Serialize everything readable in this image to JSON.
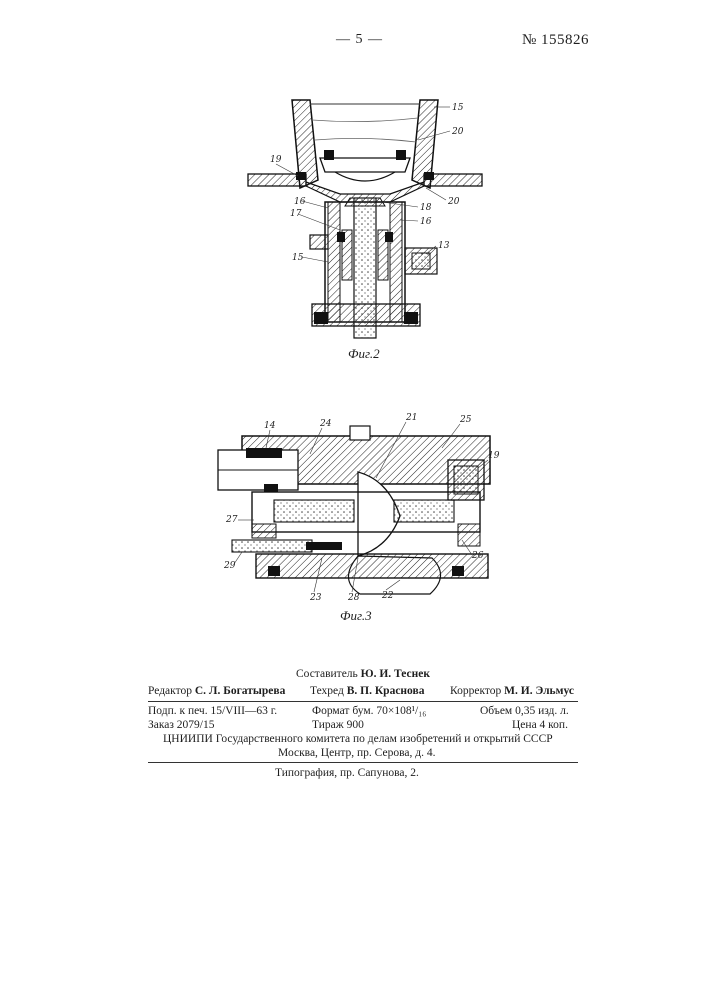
{
  "header": {
    "page_marker": "— 5 —",
    "patent_number": "№ 155826"
  },
  "figure2": {
    "caption": "Фиг.2",
    "labels": {
      "l15a": "15",
      "l20a": "20",
      "l19": "19",
      "l20b": "20",
      "l16a": "16",
      "l18": "18",
      "l16b": "16",
      "l17": "17",
      "l13": "13",
      "l15b": "15"
    }
  },
  "figure3": {
    "caption": "Фиг.3",
    "labels": {
      "l14": "14",
      "l24": "24",
      "l21": "21",
      "l25": "25",
      "l19": "19",
      "l27": "27",
      "l29": "29",
      "l26": "26",
      "l23": "23",
      "l28": "28",
      "l22": "22"
    }
  },
  "imprint": {
    "compiler_label": "Составитель",
    "compiler_name": "Ю. И. Теснек",
    "editor_label": "Редактор",
    "editor_name": "С. Л. Богатырева",
    "techred_label": "Техред",
    "techred_name": "В. П. Краснова",
    "corrector_label": "Корректор",
    "corrector_name": "М. И. Эльмус",
    "signed": "Подп. к печ. 15/VIII—63 г.",
    "format": "Формат бум. 70×108¹/₁₆",
    "volume": "Объем 0,35 изд. л.",
    "order": "Заказ 2079/15",
    "print_run": "Тираж 900",
    "price": "Цена 4 коп.",
    "institute": "ЦНИИПИ Государственного комитета по делам изобретений и открытий СССР",
    "address": "Москва, Центр, пр. Серова, д. 4.",
    "printer": "Типография, пр. Сапунова, 2."
  }
}
